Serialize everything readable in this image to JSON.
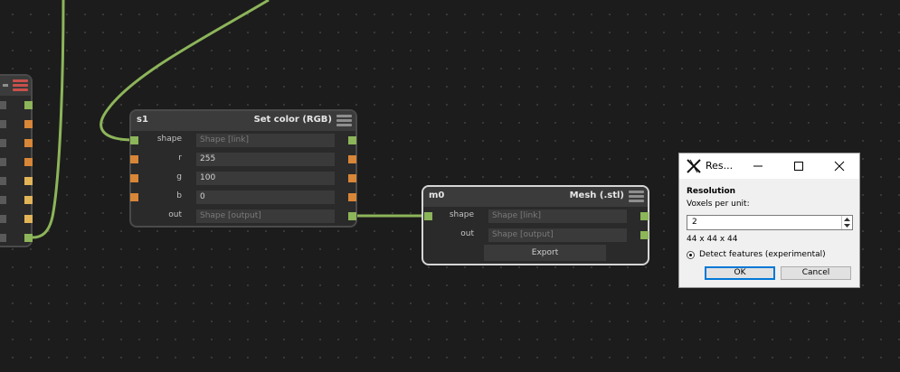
{
  "nodes": {
    "s1": {
      "id": "s1",
      "type": "Set color (RGB)",
      "rows": [
        {
          "label": "shape",
          "value": "Shape [link]"
        },
        {
          "label": "r",
          "value": "255"
        },
        {
          "label": "g",
          "value": "100"
        },
        {
          "label": "b",
          "value": "0"
        },
        {
          "label": "out",
          "value": "Shape [output]"
        }
      ]
    },
    "m0": {
      "id": "m0",
      "type": "Mesh (.stl)",
      "rows": [
        {
          "label": "shape",
          "value": "Shape [link]"
        },
        {
          "label": "out",
          "value": "Shape [output]"
        }
      ],
      "export_label": "Export"
    }
  },
  "dialog": {
    "title": "Res...",
    "section_title": "Resolution",
    "voxels_label": "Voxels per unit:",
    "voxels_value": "2",
    "dimensions": "44 x 44 x 44",
    "detect_label": "Detect features (experimental)",
    "ok_label": "OK",
    "cancel_label": "Cancel"
  },
  "colors": {
    "wire": "#8db55a",
    "port_float": "#d88638",
    "port_shape": "#8db55a",
    "canvas": "#1c1c1c",
    "node_body": "#2a2a2a",
    "dialog_focus": "#0078d7"
  },
  "icons": [
    "hamburger-menu-icon",
    "app-icon",
    "minimize-icon",
    "maximize-icon",
    "close-icon",
    "spin-arrows-icon"
  ]
}
